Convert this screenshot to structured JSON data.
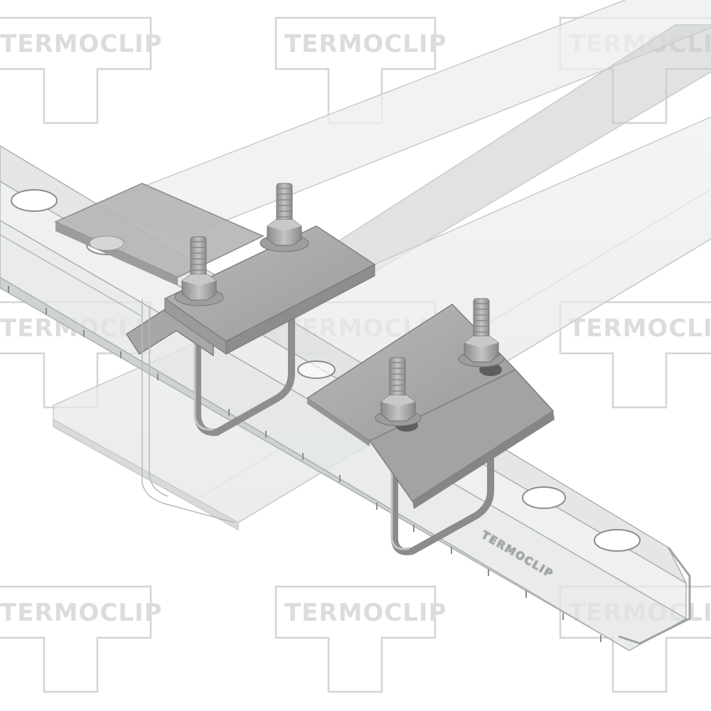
{
  "product_render": {
    "description_alt": "Beam clamp with U-bolts fixing a perforated C-channel rail under a steel beam",
    "watermark_text": "TERMOCLIP",
    "rail_marking": "TERMOCLIP",
    "colors": {
      "background": "#ffffff",
      "watermark": "#dcdcdc",
      "transparent_steel": "#e6e8e9",
      "galvanized_steel": "#a9a9a9",
      "dark_steel": "#7c7c7c"
    }
  }
}
